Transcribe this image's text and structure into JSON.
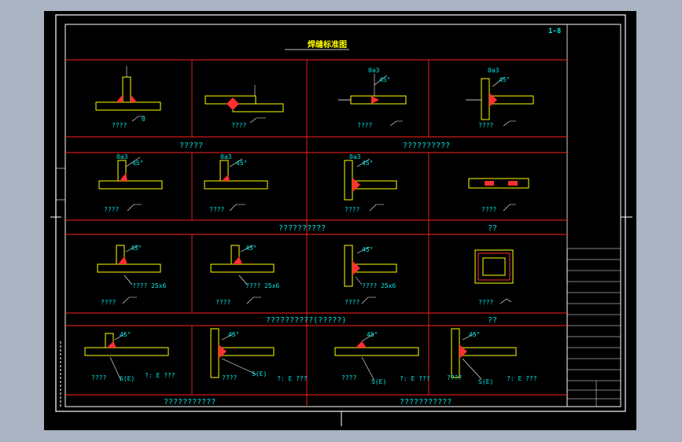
{
  "sheet": {
    "title": "焊缝标准图",
    "number": "1-8",
    "colors": {
      "background": "#000000",
      "frame": "#ffffff",
      "grid": "#ff2020",
      "part": "#ffff00",
      "weld": "#ff3030",
      "text": "#00e5e5"
    }
  },
  "cells": {
    "row1": [
      {
        "label": "????"
      },
      {
        "label": "????"
      },
      {
        "label": "????"
      },
      {
        "label": "????"
      }
    ],
    "row2": [
      {
        "label": "????"
      },
      {
        "label": "????"
      },
      {
        "label": "????"
      },
      {
        "label": "????"
      }
    ],
    "row3": [
      {
        "label": "????",
        "callout": "????  25x6"
      },
      {
        "label": "????",
        "callout": "????  25x6"
      },
      {
        "label": "????",
        "callout": "???? 25x6"
      },
      {
        "label": "????"
      }
    ],
    "row4": [
      {
        "label": "????",
        "note1": "S(E)",
        "note2": "?: E ???"
      },
      {
        "label": "????",
        "note1": "S(E)",
        "note2": "?: E ???"
      },
      {
        "label": "????",
        "note1": "S(E)",
        "note2": "?: E ???"
      },
      {
        "label": "????",
        "note1": "S(E)",
        "note2": "?: E ???"
      }
    ]
  },
  "headers": {
    "r1_left": "?????",
    "r1_right": "??????????",
    "r2_left": "??????????",
    "r2_right": "??",
    "r3_left": "??????????(?????)",
    "r3_right": "??",
    "r4_left": "???????????",
    "r4_right": "???????????"
  },
  "weld_marks": {
    "dim_a": "0a3",
    "angle": "45°",
    "gap": "0"
  }
}
